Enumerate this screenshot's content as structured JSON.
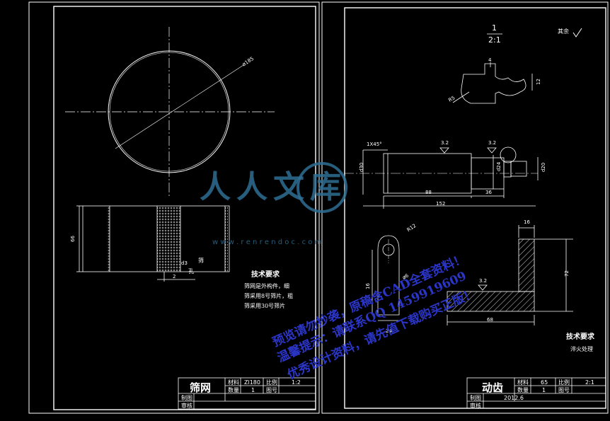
{
  "left_sheet": {
    "diameter_label": "ø185",
    "tech_req_title": "技术要求",
    "tech_req_lines": [
      "筛网是外构件，细",
      "筛采用8号筛片，粗",
      "筛采用30号筛片"
    ],
    "dim_height": "66",
    "dim_hole": "d3",
    "dim_small": "2",
    "dim_pitch_a": "筛",
    "dim_pitch_b": "孔",
    "title_block": {
      "part_name": "筛网",
      "material_label": "材料",
      "material_value": "Zl180",
      "scale_label": "比例",
      "scale_value": "1:2",
      "qty_label": "数量",
      "qty_value": "1",
      "drawing_no_label": "图号",
      "drawing_no_value": "",
      "draft_label": "制图",
      "review_label": "审核"
    }
  },
  "right_sheet": {
    "scale_numerator": "1",
    "scale_denominator": "2:1",
    "roughness_note": "其余",
    "detail_dim_a": "4",
    "detail_dim_b": "12",
    "detail_dim_c": "R5",
    "chamfer": "1X45°",
    "roughness_1": "3.2",
    "roughness_2": "3.2",
    "roughness_3": "3.2",
    "dim_d20": "d30",
    "dim_d24": "d24",
    "dim_d20b": "d20",
    "dim_88": "88",
    "dim_36": "36",
    "dim_152": "152",
    "dim_r12": "R12",
    "dim_16a": "16",
    "dim_16b": "16",
    "dim_24": "24",
    "dim_72": "72",
    "dim_68": "68",
    "dim_d6": "ø6",
    "tech_req_title": "技术要求",
    "tech_req_line": "淬火处理",
    "title_block": {
      "part_name": "动齿",
      "material_label": "材料",
      "material_value": "65",
      "scale_label": "比例",
      "scale_value": "2:1",
      "qty_label": "数量",
      "qty_value": "1",
      "drawing_no_label": "图号",
      "drawing_no_value": "",
      "draft_label": "制图",
      "review_label": "审核",
      "date_value": "2012.6"
    }
  },
  "watermark": {
    "logo_text": "人人文库",
    "url_text": "w w w . r e n r e n d o c . c o m",
    "line1": "预览请勿抄袭，原稿含CAD全套资料！",
    "line2": "温馨提示：请联系QQ 1459919609",
    "line3": "优秀设计资料，请先值下载购买正版！"
  },
  "colors": {
    "background": "#000000",
    "lines": "#ffffff",
    "watermark_logo": "#2f6f93",
    "watermark_text": "#2b35c8"
  }
}
